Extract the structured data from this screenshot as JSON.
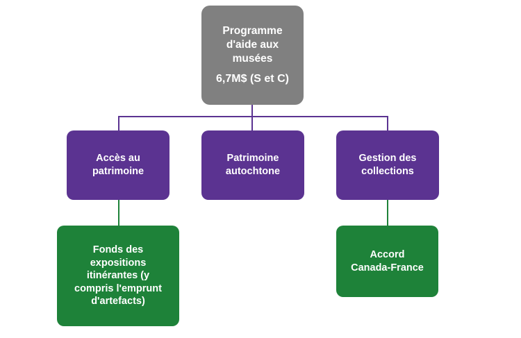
{
  "diagram": {
    "type": "org-chart",
    "title": "Programme d'aide aux musées",
    "background_color": "#FFFFFF",
    "colors": {
      "root": "#808080",
      "level2": "#5B3391",
      "level3": "#1E8239",
      "text": "#FFFFFF"
    },
    "root": {
      "id": "programme-aide-musees",
      "title_lines": [
        "Programme",
        "d'aide aux",
        "musées"
      ],
      "amount": "6,7M$ (S et C)",
      "color": "#808080"
    },
    "level2": [
      {
        "id": "acces-au-patrimoine",
        "lines": [
          "Accès au",
          "patrimoine"
        ],
        "color": "#5B3391"
      },
      {
        "id": "patrimoine-autochtone",
        "lines": [
          "Patrimoine",
          "autochtone"
        ],
        "color": "#5B3391"
      },
      {
        "id": "gestion-des-collections",
        "lines": [
          "Gestion des",
          "collections"
        ],
        "color": "#5B3391"
      }
    ],
    "level3": [
      {
        "id": "fonds-expositions-itinerantes",
        "parent": "acces-au-patrimoine",
        "lines": [
          "Fonds des",
          "expositions",
          "itinérantes (y",
          "compris l'emprunt",
          "d'artefacts)"
        ],
        "color": "#1E8239"
      },
      {
        "id": "accord-canada-france",
        "parent": "gestion-des-collections",
        "lines": [
          "Accord",
          "Canada-France"
        ],
        "color": "#1E8239"
      }
    ],
    "connectors": [
      {
        "id": "root-trunk",
        "color": "#5B3391",
        "orientation": "vertical"
      },
      {
        "id": "level2-bus",
        "color": "#5B3391",
        "orientation": "horizontal"
      },
      {
        "id": "drop-to-acces-au-patrimoine",
        "color": "#5B3391",
        "orientation": "vertical"
      },
      {
        "id": "drop-to-gestion-des-collections",
        "color": "#5B3391",
        "orientation": "vertical"
      },
      {
        "id": "acces-to-fonds",
        "color": "#1E8239",
        "orientation": "vertical"
      },
      {
        "id": "gestion-to-accord",
        "color": "#1E8239",
        "orientation": "vertical"
      }
    ]
  }
}
